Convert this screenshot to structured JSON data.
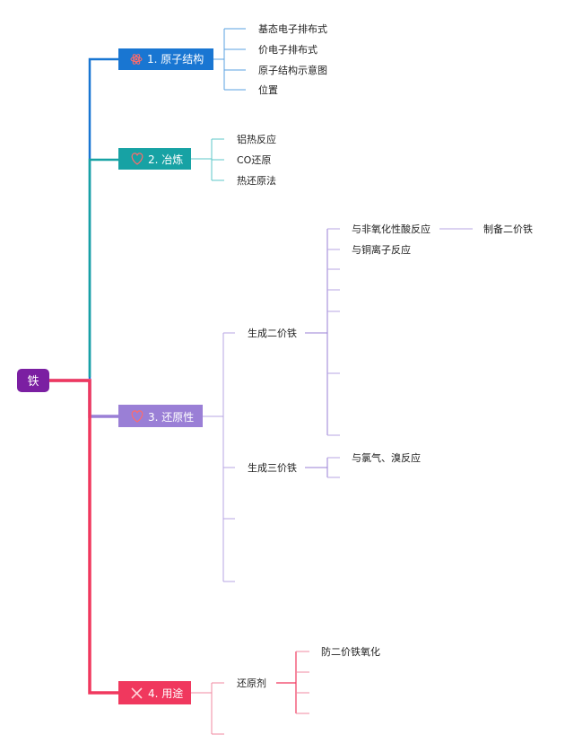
{
  "root": {
    "label": "铁",
    "color": "#7b1fa2"
  },
  "branches": [
    {
      "id": "structure",
      "label": "1. 原子结构",
      "icon": "atom-icon",
      "color": "#1976d2",
      "line_color": "#5aa0e0",
      "children": [
        {
          "label": "基态电子排布式"
        },
        {
          "label": "价电子排布式"
        },
        {
          "label": "原子结构示意图"
        },
        {
          "label": "位置"
        }
      ]
    },
    {
      "id": "smelting",
      "label": "2. 冶炼",
      "icon": "heart-icon",
      "color": "#17a2a4",
      "line_color": "#5cc7c8",
      "children": [
        {
          "label": "铝热反应"
        },
        {
          "label": "CO还原"
        },
        {
          "label": "热还原法"
        }
      ]
    },
    {
      "id": "reducibility",
      "label": "3. 还原性",
      "icon": "heart-icon",
      "color": "#9a7fd6",
      "line_color": "#b7a6e3",
      "children": [
        {
          "label": "生成二价铁",
          "children": [
            {
              "label": "与非氧化性酸反应",
              "children": [
                {
                  "label": "制备二价铁"
                }
              ]
            },
            {
              "label": "与铜离子反应"
            },
            {
              "label": ""
            },
            {
              "label": ""
            },
            {
              "label": ""
            },
            {
              "label": ""
            },
            {
              "label": ""
            }
          ]
        },
        {
          "label": "生成三价铁",
          "children": [
            {
              "label": "与氯气、溴反应"
            },
            {
              "label": ""
            }
          ]
        },
        {
          "label": ""
        },
        {
          "label": ""
        }
      ]
    },
    {
      "id": "uses",
      "label": "4. 用途",
      "icon": "tools-icon",
      "color": "#f0385e",
      "line_color": "#f08aa0",
      "children": [
        {
          "label": "还原剂",
          "children": [
            {
              "label": "防二价铁氧化"
            },
            {
              "label": ""
            },
            {
              "label": ""
            },
            {
              "label": ""
            }
          ]
        },
        {
          "label": ""
        }
      ]
    }
  ]
}
